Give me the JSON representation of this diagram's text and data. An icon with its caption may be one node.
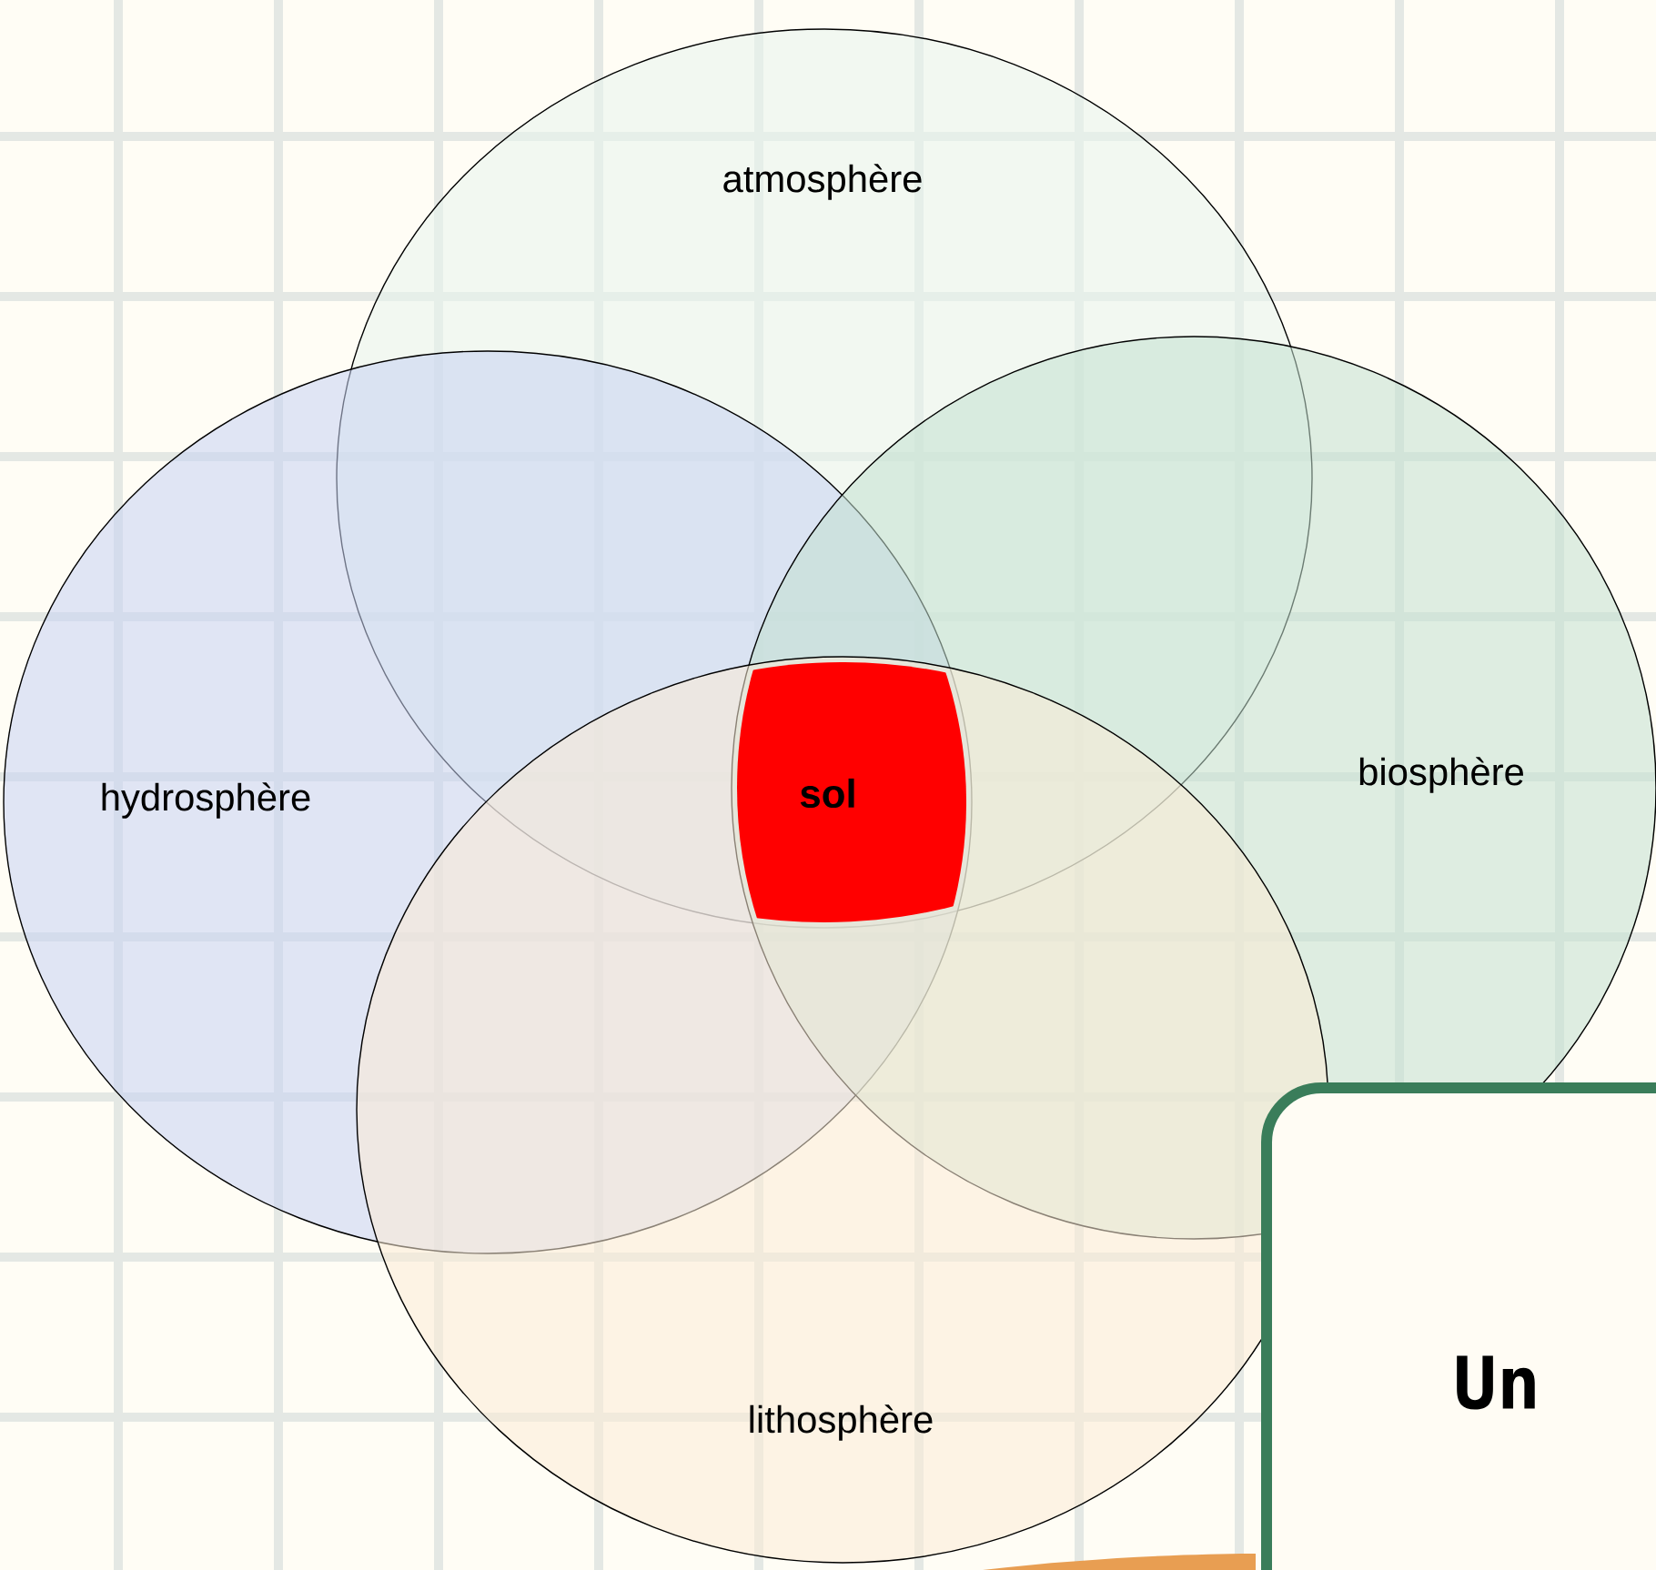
{
  "diagram": {
    "nodes": [
      {
        "text": [
          "atmosphère"
        ]
      },
      {
        "text": [
          "hydrosphère"
        ]
      },
      {
        "text": [
          "biosphère"
        ]
      },
      {
        "text": [
          "lithosphère"
        ]
      },
      {
        "text": [
          "sol"
        ]
      },
      {
        "text": [
          "Un"
        ]
      }
    ]
  }
}
